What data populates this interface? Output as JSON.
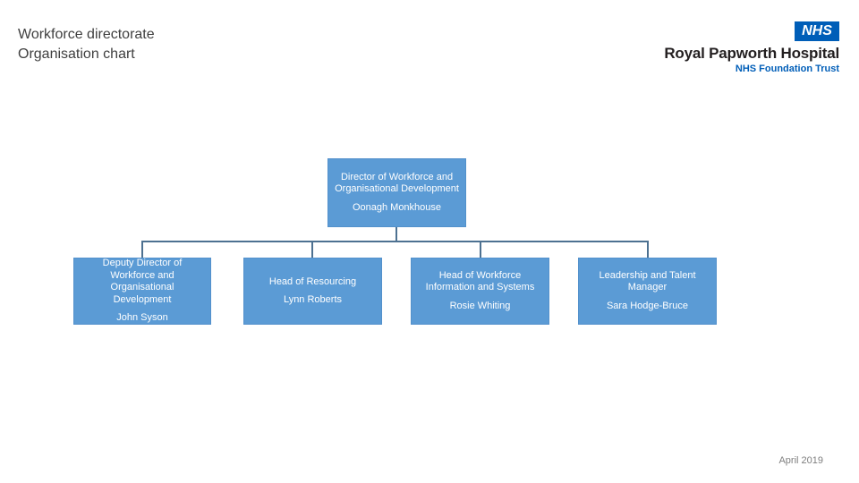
{
  "slide": {
    "title_line1": "Workforce directorate",
    "title_line2": "Organisation chart",
    "footer_date": "April 2019"
  },
  "brand": {
    "nhs_logo_text": "NHS",
    "org_name": "Royal Papworth Hospital",
    "org_subtitle": "NHS Foundation Trust",
    "nhs_blue": "#005EB8"
  },
  "org_chart": {
    "root": {
      "role": "Director of Workforce and Organisational Development",
      "name": "Oonagh Monkhouse"
    },
    "children": [
      {
        "role": "Deputy Director of Workforce and Organisational Development",
        "name": "John Syson"
      },
      {
        "role": "Head of Resourcing",
        "name": "Lynn Roberts"
      },
      {
        "role": "Head of Workforce Information and Systems",
        "name": "Rosie Whiting"
      },
      {
        "role": "Leadership and Talent Manager",
        "name": "Sara Hodge-Bruce"
      }
    ],
    "colors": {
      "box_fill": "#5B9BD5",
      "box_text": "#FFFFFF",
      "connector": "#4D7191"
    }
  }
}
